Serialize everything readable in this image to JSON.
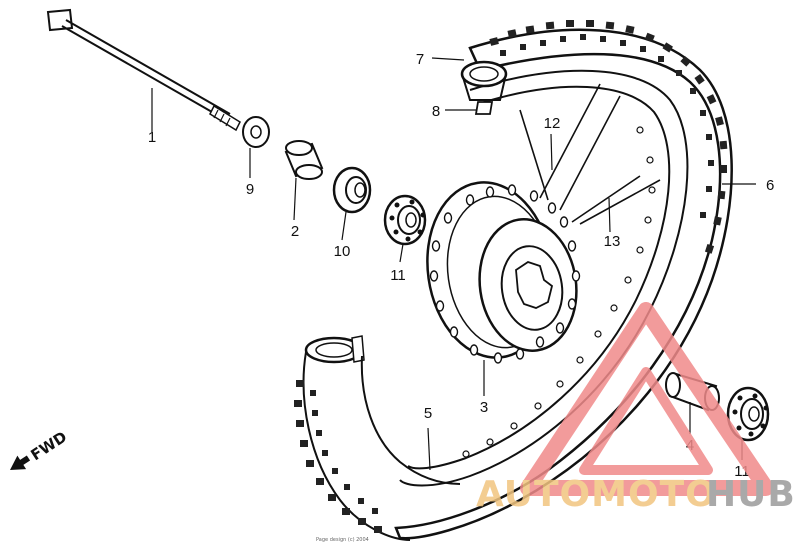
{
  "diagram": {
    "callouts": [
      {
        "id": "axle",
        "number": "1"
      },
      {
        "id": "collar",
        "number": "2"
      },
      {
        "id": "hub",
        "number": "3"
      },
      {
        "id": "distance-collar",
        "number": "4"
      },
      {
        "id": "rim-band",
        "number": "5"
      },
      {
        "id": "tire",
        "number": "6"
      },
      {
        "id": "tube",
        "number": "7"
      },
      {
        "id": "valve-nut",
        "number": "8"
      },
      {
        "id": "washer",
        "number": "9"
      },
      {
        "id": "dust-seal",
        "number": "10"
      },
      {
        "id": "bearing-left",
        "number": "11"
      },
      {
        "id": "bearing-right",
        "number": "11"
      },
      {
        "id": "spoke-a",
        "number": "12"
      },
      {
        "id": "spoke-b",
        "number": "13"
      }
    ],
    "direction_label": "FWD",
    "copyright": "Page design (c) 2004",
    "watermark": {
      "brand_left": "AUTOMOTO",
      "brand_right": "HUB",
      "color_logo": "#f08a8a",
      "color_brand_left": "#f2c580",
      "color_brand_right": "#9b9b9b"
    }
  }
}
